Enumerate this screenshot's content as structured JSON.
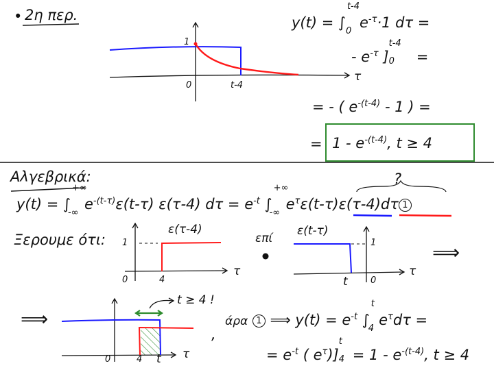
{
  "header": {
    "bullet": "•",
    "title": "2η περ."
  },
  "graph1": {
    "label_one": "1",
    "label_zero": "0",
    "label_t4": "t-4",
    "axis": "τ"
  },
  "derivation1": {
    "line1_lhs": "y(t) = ∫",
    "line1_upper": "t-4",
    "line1_lower": "0",
    "line1_rhs": "e",
    "line1_exp": "-τ",
    "line1_tail": "·1 dτ =",
    "line2_a": "- e",
    "line2_exp": "-τ",
    "line2_bracket": "]",
    "line2_upper": "t-4",
    "line2_lower": "0",
    "line2_tail": "=",
    "line3_a": "= - ( e",
    "line3_exp": "-(t-4)",
    "line3_tail": "- 1 ) =",
    "result_eq": "=",
    "result_a": "1 - e",
    "result_exp": "-(t-4)",
    "result_cond": ", t ≥ 4"
  },
  "section2": {
    "title": "Αλγεβρικά:",
    "eq1": {
      "lhs": "y(t) = ∫",
      "upper": "+∞",
      "lower": "-∞",
      "e": "e",
      "exp1": "-(t-τ)",
      "mid": "ε(t-τ) ε(τ-4) dτ =",
      "e2": "e",
      "exp2": "-t",
      "int2": "∫",
      "upper2": "+∞",
      "lower2": "-∞",
      "e3": "e",
      "exp3": "τ",
      "step_blue": "ε(t-τ)",
      "step_red": "ε(τ-4)",
      "dtau": "dτ",
      "ref": "1",
      "question": "?"
    },
    "known": "Ξερουμε ότι:",
    "graphA": {
      "label": "ε(τ-4)",
      "one": "1",
      "zero": "0",
      "four": "4",
      "axis": "τ"
    },
    "times": "επί",
    "graphB": {
      "label": "ε(t-τ)",
      "one": "1",
      "t": "t",
      "zero": "0",
      "axis": "τ"
    },
    "implies": "⟹",
    "graphC": {
      "zero": "0",
      "four": "4",
      "t": "t",
      "axis": "τ",
      "note": "t ≥ 4 !"
    },
    "comma": ",",
    "eq2": {
      "ara": "άρα",
      "ref": "1",
      "arrow": "⟹",
      "lhs": "y(t) = e",
      "exp": "-t",
      "int": "∫",
      "upper": "t",
      "lower": "4",
      "e": "e",
      "exp2": "τ",
      "tail": "dτ ="
    },
    "eq3": {
      "a": "= e",
      "exp": "-t",
      "b": "( e",
      "exp2": "τ",
      "c": ")",
      "bracket": "]",
      "upper": "t",
      "lower": "4",
      "d": "= 1 - e",
      "exp3": "-(t-4)",
      "cond": ", t ≥ 4"
    }
  },
  "colors": {
    "blue": "#1a1aff",
    "red": "#ff1a1a",
    "green": "#2e8b2e"
  }
}
